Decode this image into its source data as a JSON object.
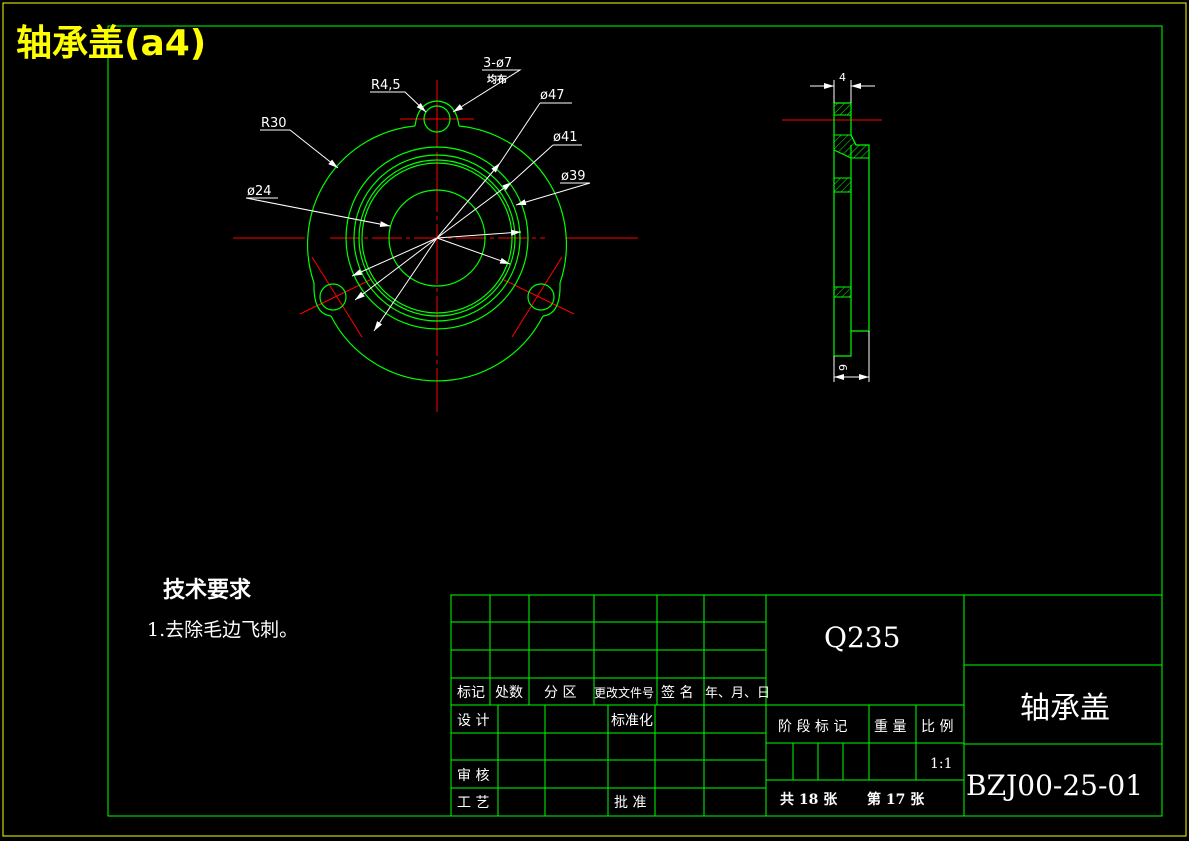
{
  "header": {
    "title": "轴承盖(a4)"
  },
  "colors": {
    "background": "#000000",
    "border": "#ffff00",
    "frame": "#00ff00",
    "center": "#ff0000",
    "dim": "#ffffff",
    "title": "#ffff00"
  },
  "dims": {
    "r45": "R4,5",
    "holes": "3-ø7",
    "holes_note": "均布",
    "d47": "ø47",
    "r30": "R30",
    "d41": "ø41",
    "d39": "ø39",
    "d24": "ø24",
    "t4": "4",
    "t9": "9"
  },
  "tech": {
    "title": "技术要求",
    "item1": "1.去除毛边飞刺。"
  },
  "titleblock": {
    "h_mark": "标记",
    "h_count": "处数",
    "h_zone": "分 区",
    "h_docno": "更改文件号",
    "h_sign": "签 名",
    "h_date": "年、月、日",
    "design": "设 计",
    "standard": "标准化",
    "review": "审 核",
    "process": "工 艺",
    "approve": "批 准",
    "material": "Q235",
    "stage": "阶 段 标 记",
    "weight": "重 量",
    "scale_label": "比 例",
    "scale": "1:1",
    "total": "共 18 张",
    "sheet": "第 17 张",
    "part_name": "轴承盖",
    "drawing_no": "BZJ00-25-01"
  }
}
